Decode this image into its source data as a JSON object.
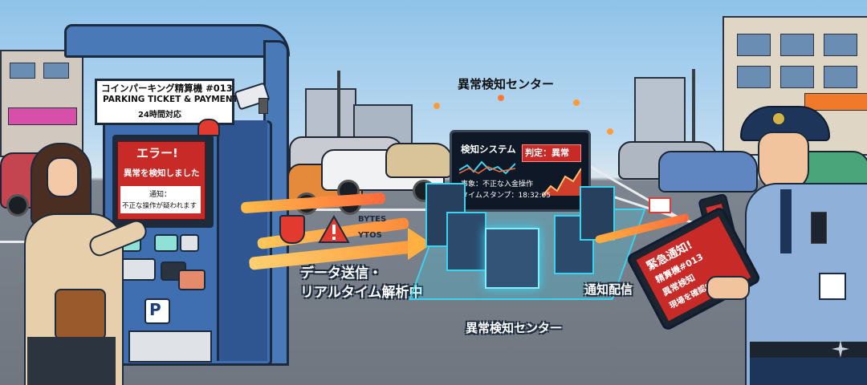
{
  "machine": {
    "sign_line1": "コインパーキング精算機 #013",
    "sign_line2": "PARKING TICKET & PAYMENT",
    "sign_line3": "24時間対応",
    "screen_error": "エラー!",
    "screen_detected": "異常を検知しました",
    "screen_notice": "通知：",
    "screen_notice_detail": "不正な操作が疑われます",
    "p_label": "P"
  },
  "flow": {
    "bytes_1": "BYTES",
    "bytes_2": "YTOS",
    "send_line1": "データ送信・",
    "send_line2": "リアルタイム解析中"
  },
  "center": {
    "title_top": "異常検知センター",
    "title_bottom": "異常検知センター",
    "system_title": "検知システム",
    "verdict": "判定：異常",
    "event": "事象：不正な入金操作",
    "timestamp": "タイムスタンプ：18:32:05"
  },
  "notify": {
    "label": "通知配信",
    "tablet_line1": "緊急通知!",
    "tablet_line2": "精算機#013",
    "tablet_line3": "異常検知",
    "tablet_line4": "現場を確認中"
  },
  "colors": {
    "machine_blue": "#3f6fb0",
    "alert_red": "#d8312c",
    "center_cyan": "#3ad4f0",
    "uniform_blue": "#8fb0d8"
  }
}
